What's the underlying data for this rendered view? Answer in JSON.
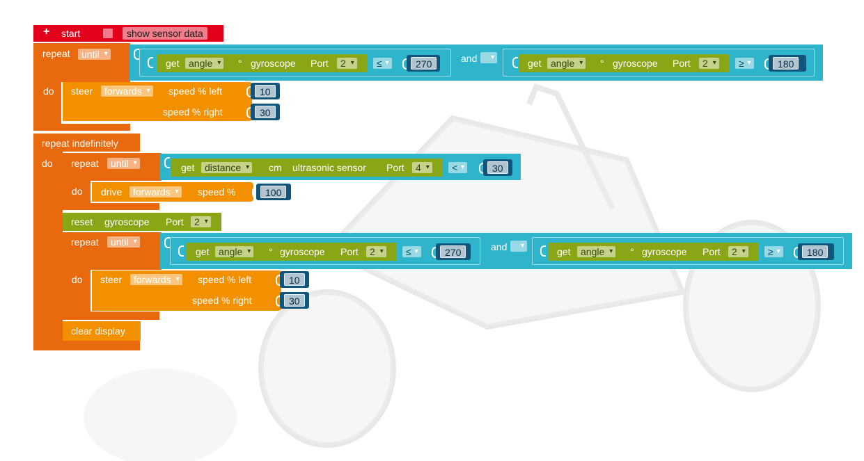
{
  "colors": {
    "start": "#e2001a",
    "control": "#e9690e",
    "motion": "#f39000",
    "sensor": "#8aa516",
    "logic": "#2eb5cc",
    "number": "#12557a"
  },
  "start_block": {
    "plus": "+",
    "label": "start",
    "option": "show sensor data"
  },
  "loop1": {
    "repeat": "repeat",
    "mode": "until",
    "do": "do",
    "cond": {
      "left": {
        "get": "get",
        "field": "angle",
        "unit": "°",
        "sensor": "gyroscope",
        "port_label": "Port",
        "port": "2",
        "op": "≤",
        "value": "270"
      },
      "and": "and",
      "right": {
        "get": "get",
        "field": "angle",
        "unit": "°",
        "sensor": "gyroscope",
        "port_label": "Port",
        "port": "2",
        "op": "≥",
        "value": "180"
      }
    },
    "steer": {
      "label": "steer",
      "direction": "forwards",
      "speed_left": "speed % left",
      "left": "10",
      "speed_right": "speed % right",
      "right": "30"
    }
  },
  "loop_forever": {
    "label": "repeat indefinitely",
    "do": "do"
  },
  "loop2": {
    "repeat": "repeat",
    "mode": "until",
    "do": "do",
    "cond": {
      "get": "get",
      "field": "distance",
      "unit": "cm",
      "sensor": "ultrasonic sensor",
      "port_label": "Port",
      "port": "4",
      "op": "<",
      "value": "30"
    },
    "drive": {
      "label": "drive",
      "direction": "forwards",
      "speed": "speed %",
      "value": "100"
    }
  },
  "reset": {
    "label": "reset",
    "sensor": "gyroscope",
    "port_label": "Port",
    "port": "2"
  },
  "loop3": {
    "repeat": "repeat",
    "mode": "until",
    "do": "do",
    "cond": {
      "left": {
        "get": "get",
        "field": "angle",
        "unit": "°",
        "sensor": "gyroscope",
        "port_label": "Port",
        "port": "2",
        "op": "≤",
        "value": "270"
      },
      "and": "and",
      "right": {
        "get": "get",
        "field": "angle",
        "unit": "°",
        "sensor": "gyroscope",
        "port_label": "Port",
        "port": "2",
        "op": "≥",
        "value": "180"
      }
    },
    "steer": {
      "label": "steer",
      "direction": "forwards",
      "speed_left": "speed % left",
      "left": "10",
      "speed_right": "speed % right",
      "right": "30"
    }
  },
  "clear": {
    "label": "clear display"
  }
}
